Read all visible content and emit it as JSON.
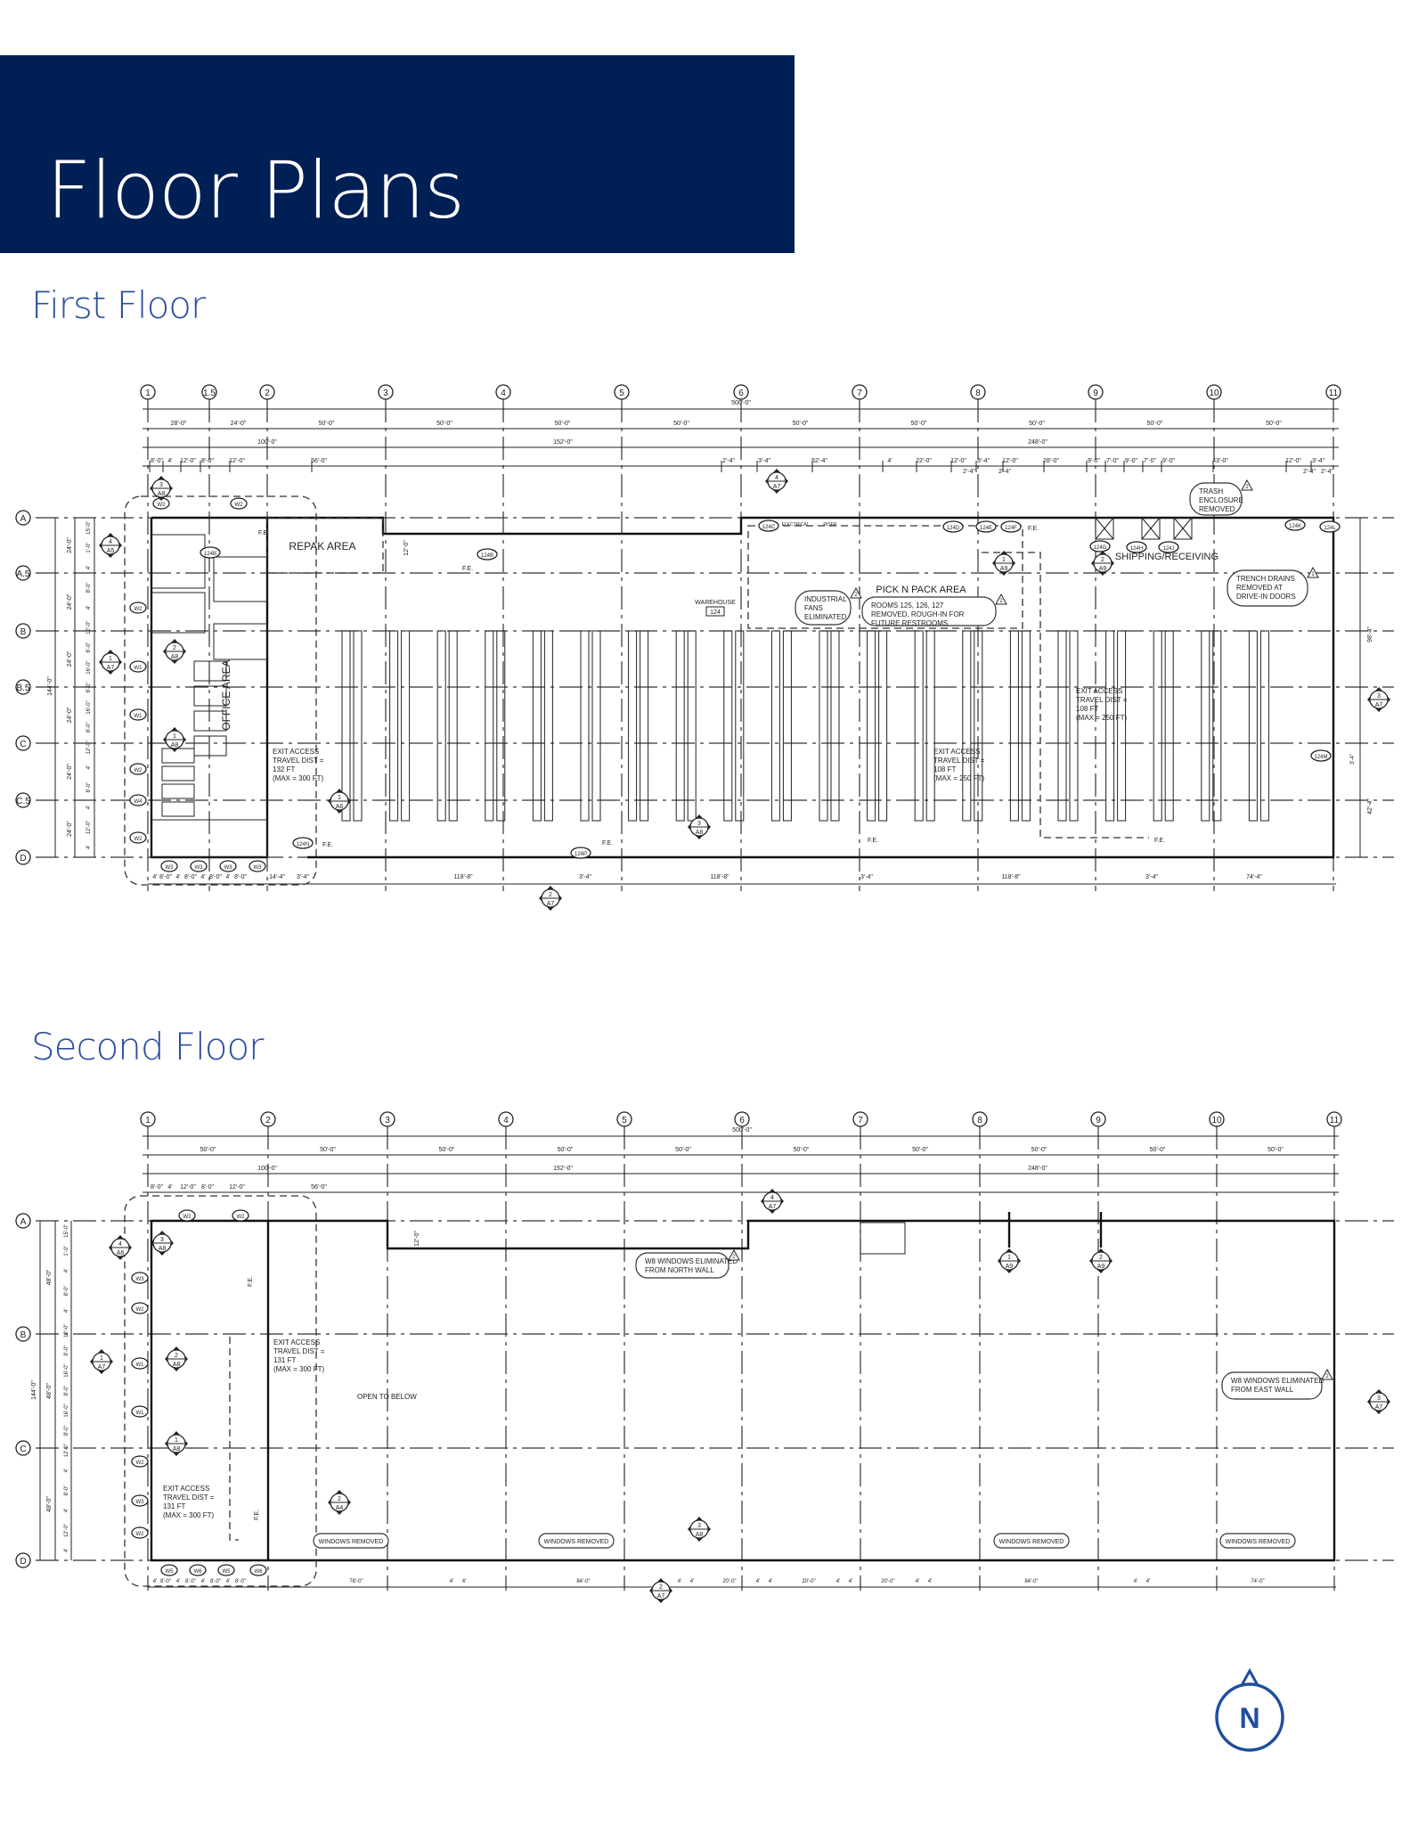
{
  "page": {
    "title": "Floor Plans",
    "first_floor_heading": "First Floor",
    "second_floor_heading": "Second Floor",
    "north_label": "N",
    "colors": {
      "banner": "#001f54",
      "heading": "#2b4f9e",
      "north_arrow": "#1f4e9c"
    }
  },
  "first_floor": {
    "columns": [
      "1",
      "1.5",
      "2",
      "3",
      "4",
      "5",
      "6",
      "7",
      "8",
      "9",
      "10",
      "11"
    ],
    "rows": [
      "A",
      "A.5",
      "B",
      "B.5",
      "C",
      "C.5",
      "D"
    ],
    "overall_dim": "500'-0\"",
    "bay_dims": [
      "28'-0\"",
      "24'-0\"",
      "50'-0\"",
      "50'-0\"",
      "50'-0\"",
      "50'-0\"",
      "50'-0\"",
      "50'-0\"",
      "50'-0\"",
      "50'-0\"",
      "50'-0\""
    ],
    "group_dims": [
      "100'-0\"",
      "152'-0\"",
      "248'-0\""
    ],
    "detail_dims": [
      "8'-0\"",
      "4'",
      "12'-0\"",
      "8'-0\"",
      "12'-0\"",
      "56'-0\"",
      "2'-4\"",
      "3'-4\"",
      "52'-4\"",
      "4'",
      "22'-0\"",
      "12'-0\"",
      "3'-4\"",
      "12'-0\"",
      "28'-0\"",
      "9'-0\"",
      "7'-0\"",
      "9'-0\"",
      "7'-0\"",
      "9'-0\"",
      "43'-0\"",
      "12'-0\"",
      "3'-4\""
    ],
    "sub_dims": [
      "2'-4\"",
      "2'-4\"",
      "2'-4\"",
      "2'-4\""
    ],
    "left_overall": "144'-0\"",
    "left_bays": [
      "24'-0\"",
      "24'-0\"",
      "24'-0\"",
      "24'-0\"",
      "24'-0\"",
      "24'-0\""
    ],
    "left_detail": [
      "15'-0\"",
      "1'-0\"",
      "4'",
      "8'-0\"",
      "4'",
      "12'-0\"",
      "8'-0\"",
      "16'-0\"",
      "8'-0\"",
      "16'-0\"",
      "8'-0\"",
      "12'-0\"",
      "4'",
      "8'-0\"",
      "4'",
      "12'-0\"",
      "4'"
    ],
    "right_dims": [
      "98'-4\"",
      "3'-4\"",
      "42'-4\""
    ],
    "bottom_dims": [
      "4'",
      "8'-0\"",
      "4'",
      "8'-0\"",
      "4'",
      "8'-0\"",
      "4'",
      "8'-0\"",
      "14'-4\"",
      "3'-4\"",
      "118'-8\"",
      "3'-4\"",
      "118'-8\"",
      "3'-4\"",
      "118'-8\"",
      "3'-4\"",
      "74'-4\""
    ],
    "rooms": {
      "repak": "REPAK AREA",
      "office": "OFFICE AREA",
      "warehouse": "WAREHOUSE",
      "warehouse_num": "124",
      "pick_pack": "PICK N PACK AREA",
      "shipping": "SHIPPING/RECEIVING",
      "electrical": "ELECTRICAL",
      "riser": "RISER",
      "offset_dim": "12'-0\""
    },
    "notes": {
      "fans": [
        "INDUSTRIAL",
        "FANS",
        "ELIMINATED"
      ],
      "rooms_removed": [
        "ROOMS 125, 126, 127",
        "REMOVED, ROUGH-IN FOR",
        "FUTURE RESTROOMS"
      ],
      "trash": [
        "TRASH",
        "ENCLOSURE",
        "REMOVED"
      ],
      "trench": [
        "TRENCH DRAINS",
        "REMOVED AT",
        "DRIVE-IN DOORS"
      ],
      "exit_office": [
        "EXIT ACCESS",
        "TRAVEL DIST =",
        "132 FT",
        "(MAX = 300 FT)"
      ],
      "exit_mid": [
        "EXIT ACCESS",
        "TRAVEL DIST =",
        "108 FT",
        "(MAX = 250 FT)"
      ],
      "exit_right": [
        "EXIT ACCESS",
        "TRAVEL DIST =",
        "108 FT",
        "(MAX = 250 FT)"
      ]
    },
    "fe_label": "F.E.",
    "door_tags": [
      "124B",
      "124B",
      "124C",
      "124D",
      "124E",
      "124F",
      "124G",
      "124H",
      "124J",
      "124K",
      "124L",
      "124M",
      "124N",
      "124P"
    ],
    "window_tags": [
      "W2",
      "W2",
      "W2",
      "W1",
      "W1",
      "W2",
      "W4",
      "W2",
      "W3",
      "W3",
      "W3",
      "W3"
    ],
    "sections": [
      [
        "3",
        "A8"
      ],
      [
        "4",
        "A5"
      ],
      [
        "1",
        "A7"
      ],
      [
        "2",
        "A8"
      ],
      [
        "1",
        "A8"
      ],
      [
        "1",
        "A6"
      ],
      [
        "4",
        "A7"
      ],
      [
        "1",
        "A9"
      ],
      [
        "2",
        "A9"
      ],
      [
        "3",
        "A8"
      ],
      [
        "3",
        "A7"
      ],
      [
        "2",
        "A7"
      ]
    ],
    "revision_marks": [
      "2",
      "2",
      "2",
      "2",
      "1"
    ]
  },
  "second_floor": {
    "columns": [
      "1",
      "2",
      "3",
      "4",
      "5",
      "6",
      "7",
      "8",
      "9",
      "10",
      "11"
    ],
    "rows": [
      "A",
      "B",
      "C",
      "D"
    ],
    "overall_dim": "500'-0\"",
    "bay_dims": [
      "50'-0\"",
      "50'-0\"",
      "50'-0\"",
      "50'-0\"",
      "50'-0\"",
      "50'-0\"",
      "50'-0\"",
      "50'-0\"",
      "50'-0\"",
      "50'-0\""
    ],
    "group_dims": [
      "100'-0\"",
      "152'-0\"",
      "248'-0\""
    ],
    "detail_dims": [
      "8'-0\"",
      "4'",
      "12'-0\"",
      "8'-0\"",
      "12'-0\"",
      "56'-0\""
    ],
    "left_overall": "144'-0\"",
    "left_bays": [
      "48'-0\"",
      "48'-0\"",
      "48'-0\""
    ],
    "left_detail": [
      "15'-0\"",
      "1'-0\"",
      "4'",
      "8'-0\"",
      "4'",
      "12'-0\"",
      "8'-0\"",
      "16'-0\"",
      "8'-0\"",
      "16'-0\"",
      "8'-0\"",
      "12'-0\"",
      "4'",
      "8'-0\"",
      "4'",
      "12'-0\"",
      "4'"
    ],
    "bottom_dims": [
      "4'",
      "8'-0\"",
      "4'",
      "8'-0\"",
      "4'",
      "8'-0\"",
      "4'",
      "8'-0\"",
      "78'-0\"",
      "4'",
      "4'",
      "84'-0\"",
      "4'",
      "4'",
      "20'-0\"",
      "4'",
      "4'",
      "20'-0\"",
      "4'",
      "4'",
      "20'-0\"",
      "4'",
      "4'",
      "84'-0\"",
      "4'",
      "4'",
      "74'-0\""
    ],
    "offset_dim": "12'-0\"",
    "notes": {
      "north_wall": [
        "W8 WINDOWS ELIMINATED",
        "FROM NORTH WALL"
      ],
      "east_wall": [
        "W8 WINDOWS ELIMINATED",
        "FROM EAST WALL"
      ],
      "open_below": "OPEN TO BELOW",
      "exit_upper": [
        "EXIT ACCESS",
        "TRAVEL DIST =",
        "131 FT",
        "(MAX = 300 FT)"
      ],
      "exit_lower": [
        "EXIT ACCESS",
        "TRAVEL DIST =",
        "131 FT",
        "(MAX = 300 FT)"
      ],
      "windows_removed": [
        "WINDOWS REMOVED",
        "WINDOWS REMOVED",
        "WINDOWS REMOVED",
        "WINDOWS REMOVED"
      ]
    },
    "fe_label": "F.E.",
    "window_tags": [
      "W2",
      "W2",
      "W3",
      "W2",
      "W1",
      "W1",
      "W2",
      "W3",
      "W2",
      "W5",
      "W6",
      "W5",
      "W6"
    ],
    "sections": [
      [
        "4",
        "A8"
      ],
      [
        "3",
        "A8"
      ],
      [
        "2",
        "A8"
      ],
      [
        "1",
        "A8"
      ],
      [
        "1",
        "A7"
      ],
      [
        "2",
        "A4"
      ],
      [
        "4",
        "A7"
      ],
      [
        "1",
        "A9"
      ],
      [
        "2",
        "A9"
      ],
      [
        "3",
        "A8"
      ],
      [
        "3",
        "A7"
      ],
      [
        "2",
        "A7"
      ]
    ]
  }
}
